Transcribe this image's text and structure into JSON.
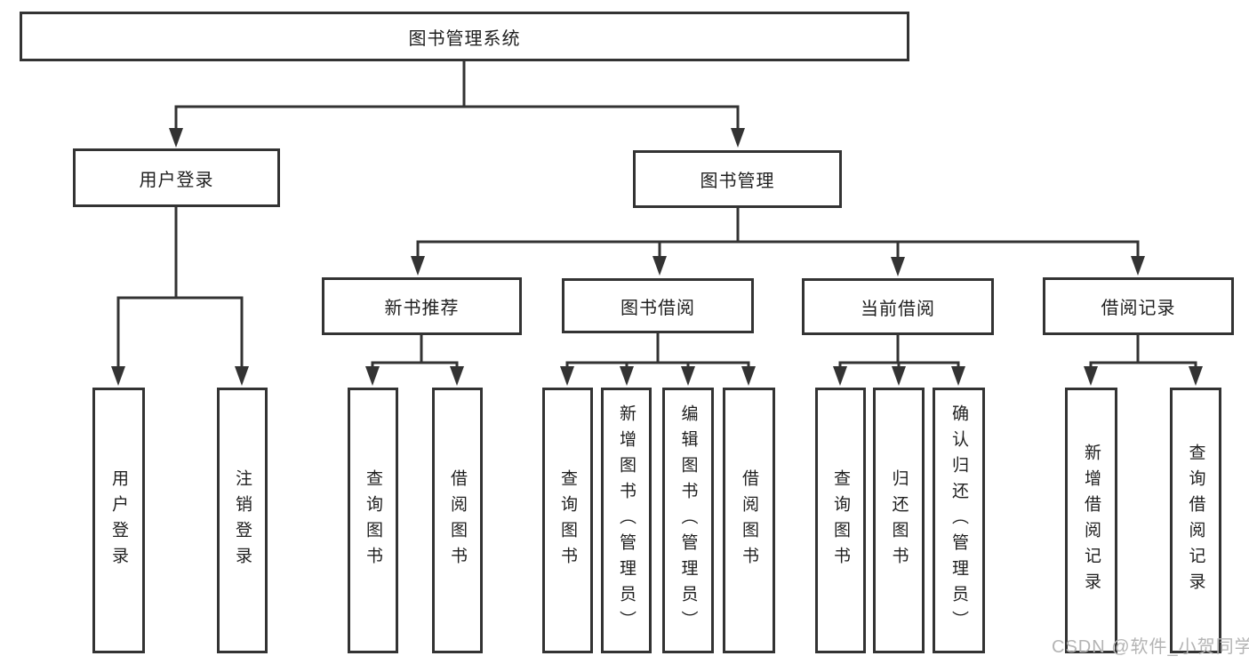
{
  "diagram": {
    "colors": {
      "line": "#333333",
      "box_border": "#333333",
      "text": "#1f1f1f",
      "watermark": "#b4b4b4",
      "background": "#ffffff"
    },
    "tree": {
      "root": {
        "label": "图书管理系统"
      },
      "branches": [
        {
          "label": "用户登录",
          "children": [
            {
              "label": "用户登录"
            },
            {
              "label": "注销登录"
            }
          ]
        },
        {
          "label": "图书管理",
          "children": [
            {
              "label": "新书推荐",
              "children": [
                {
                  "label": "查询图书"
                },
                {
                  "label": "借阅图书"
                }
              ]
            },
            {
              "label": "图书借阅",
              "children": [
                {
                  "label": "查询图书"
                },
                {
                  "label": "新增图书（管理员）"
                },
                {
                  "label": "编辑图书（管理员）"
                },
                {
                  "label": "借阅图书"
                }
              ]
            },
            {
              "label": "当前借阅",
              "children": [
                {
                  "label": "查询图书"
                },
                {
                  "label": "归还图书"
                },
                {
                  "label": "确认归还（管理员）"
                }
              ]
            },
            {
              "label": "借阅记录",
              "children": [
                {
                  "label": "新增借阅记录"
                },
                {
                  "label": "查询借阅记录"
                }
              ]
            }
          ]
        }
      ]
    },
    "watermark": {
      "text": "CSDN @软件_小贺同学"
    }
  }
}
